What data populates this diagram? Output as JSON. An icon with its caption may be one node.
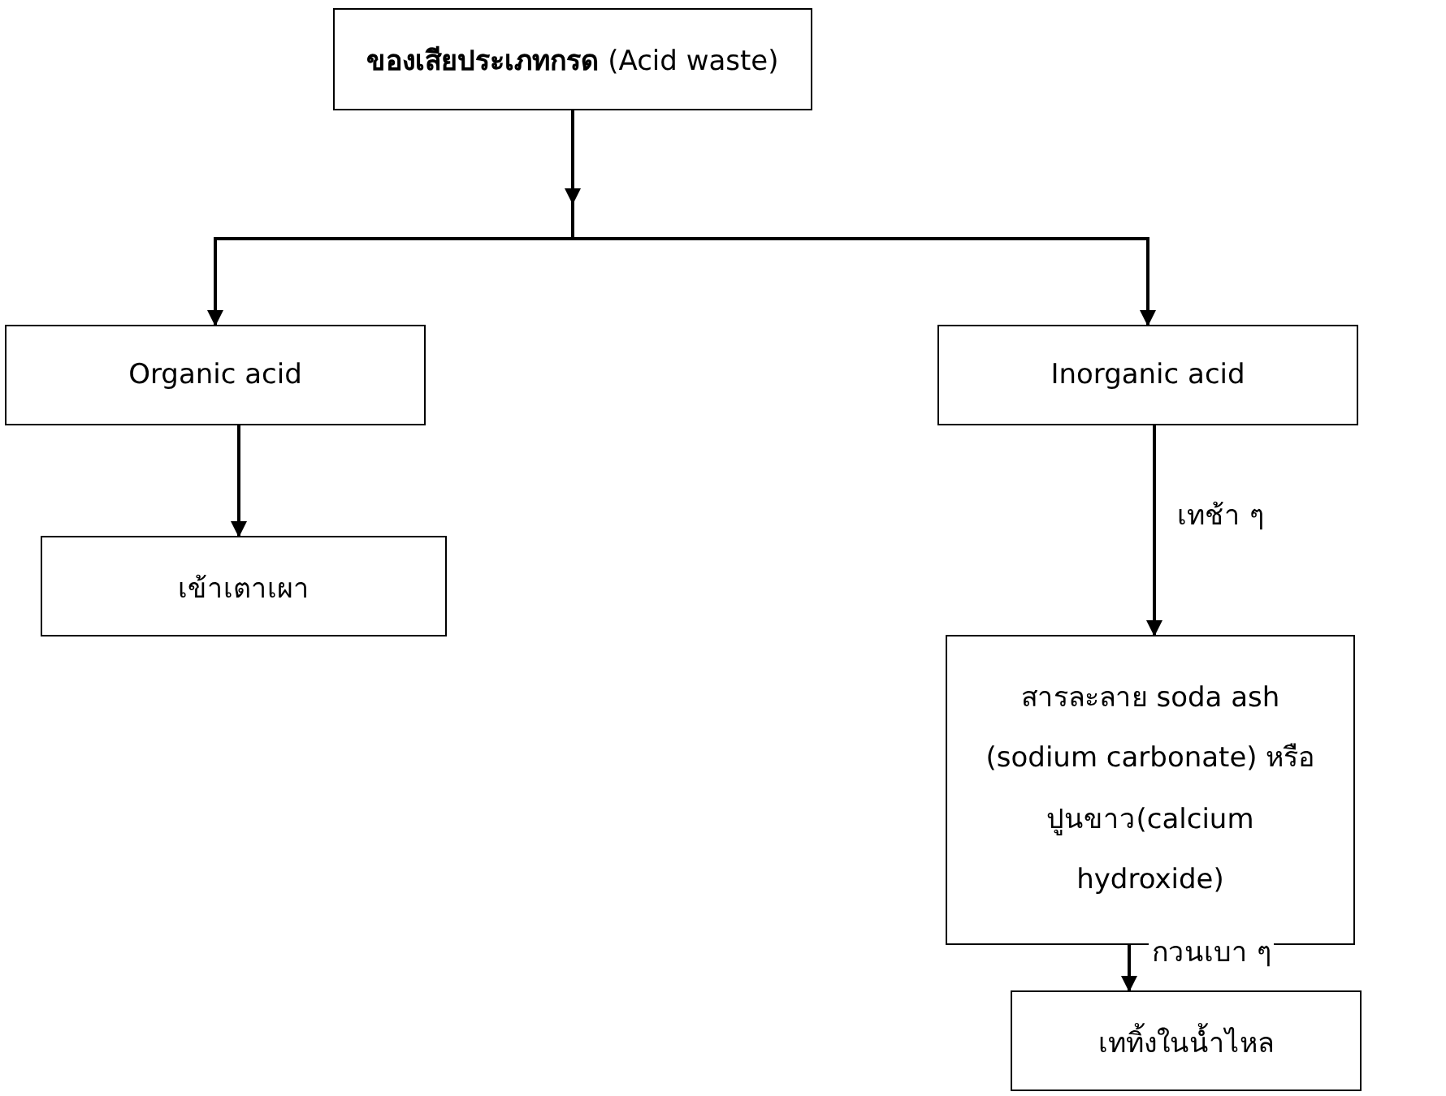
{
  "diagram": {
    "nodes": [
      {
        "text": [
          "**ของเสียประเภทกรด**  (Acid waste)"
        ]
      },
      {
        "text": [
          "Organic acid"
        ]
      },
      {
        "text": [
          "Inorganic acid"
        ]
      },
      {
        "text": [
          "เข้าเตาเผา"
        ]
      },
      {
        "text": [
          "สารละลาย  soda ash (sodium carbonate) หรือ ปูนขาว(calcium hydroxide)"
        ]
      },
      {
        "text": [
          "เททิ้งในน้ำไหล"
        ]
      }
    ],
    "edges": [
      {
        "from": 0,
        "to": 1,
        "arrow": "to"
      },
      {
        "from": 0,
        "to": 2,
        "arrow": "to"
      },
      {
        "from": 1,
        "to": 3,
        "arrow": "to"
      },
      {
        "from": 2,
        "to": 4,
        "arrow": "to",
        "label": "เทช้า ๆ"
      },
      {
        "from": 4,
        "to": 5,
        "arrow": "to",
        "label": "กวนเบา ๆ"
      }
    ]
  }
}
